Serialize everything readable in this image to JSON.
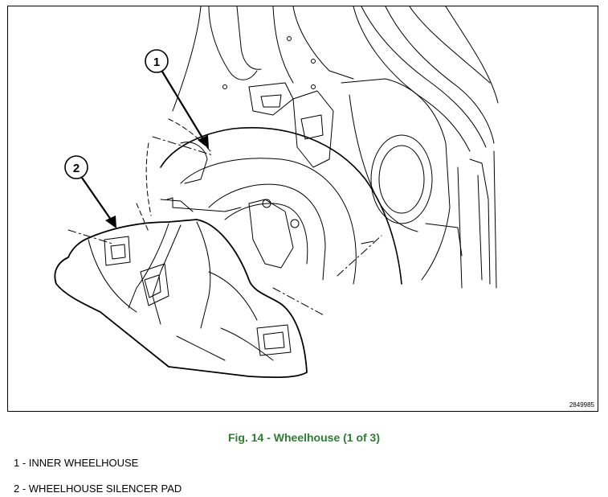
{
  "figure": {
    "id_code": "2849985",
    "callouts": [
      {
        "number": "1"
      },
      {
        "number": "2"
      }
    ]
  },
  "caption": "Fig. 14 - Wheelhouse (1 of 3)",
  "legend": [
    {
      "text": "1 - INNER WHEELHOUSE"
    },
    {
      "text": "2 - WHEELHOUSE SILENCER PAD"
    }
  ]
}
